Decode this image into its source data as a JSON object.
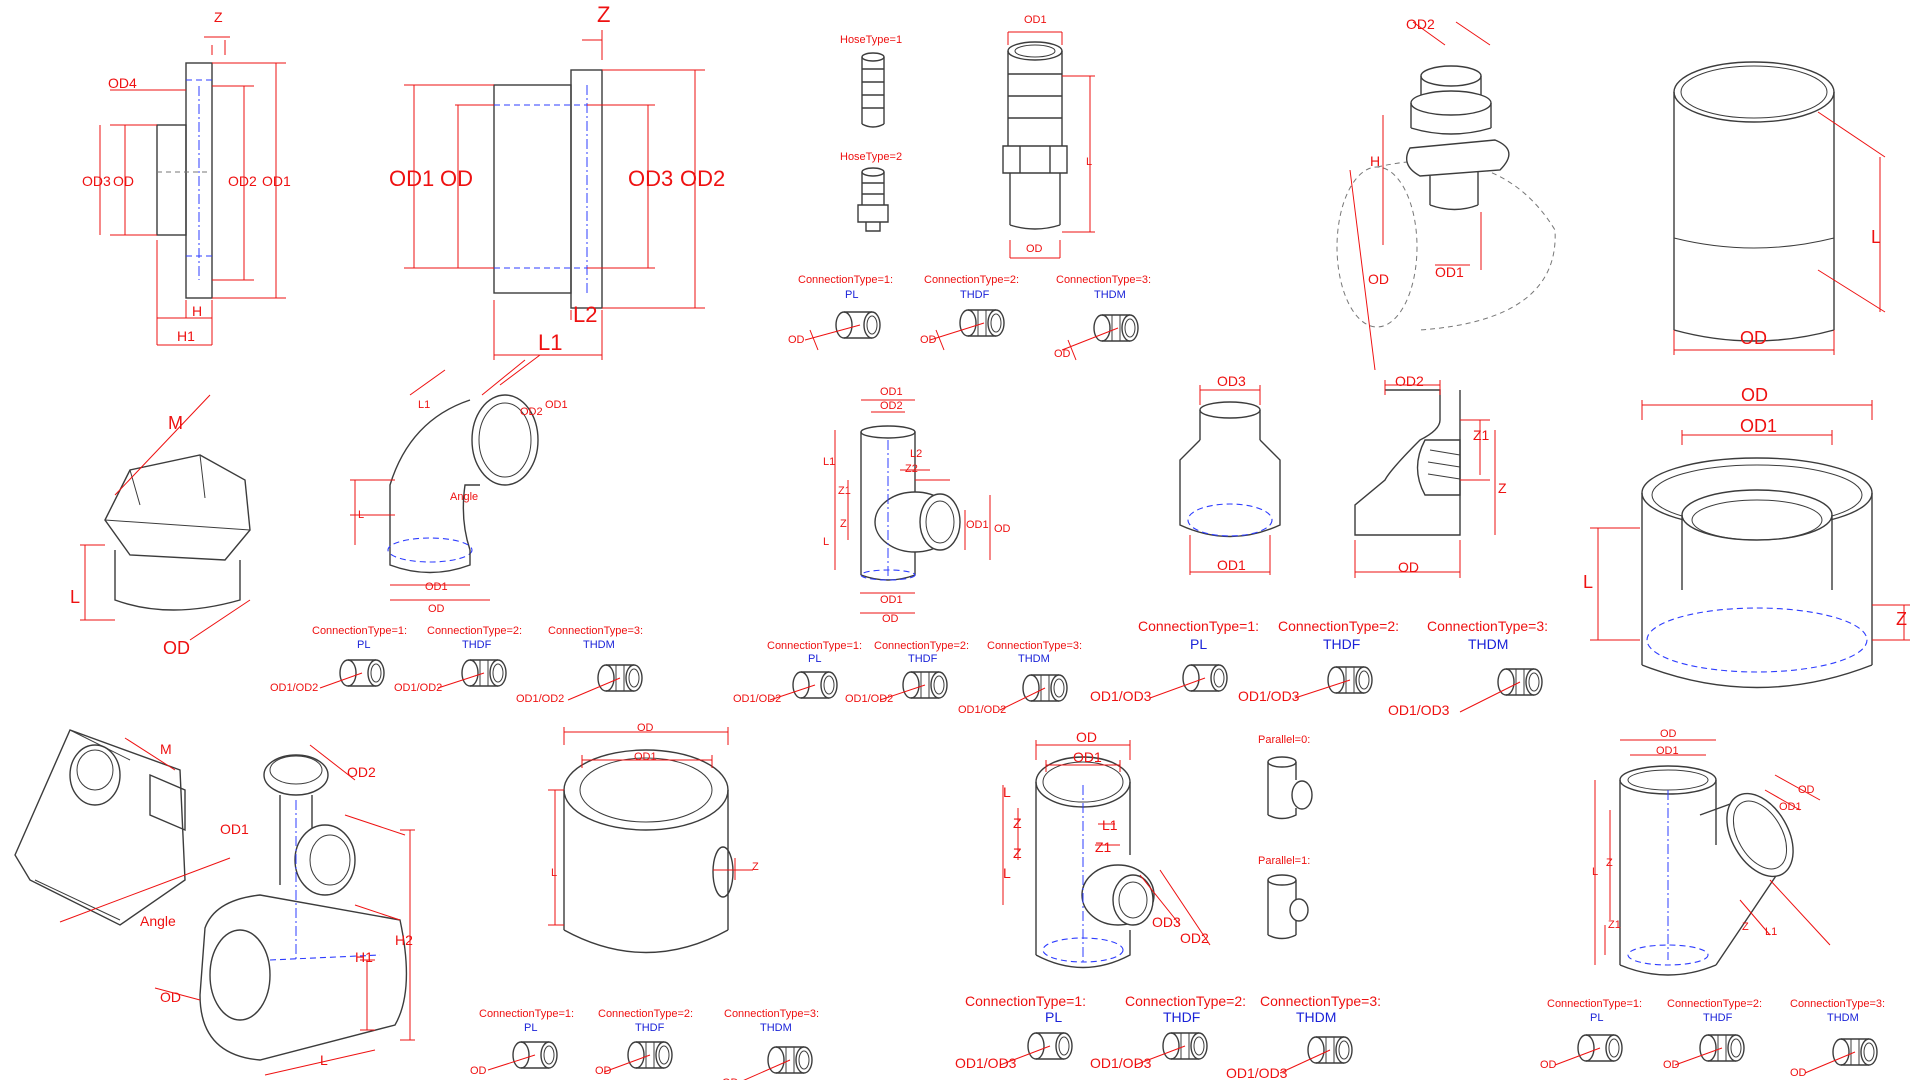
{
  "colors": {
    "dimension": "#e11111",
    "hidden": "#2d3cff",
    "outline": "#3c3c3c",
    "background": "#ffffff"
  },
  "labels": {
    "Z": "Z",
    "Z1": "Z1",
    "Z2": "Z2",
    "OD": "OD",
    "OD1": "OD1",
    "OD2": "OD2",
    "OD3": "OD3",
    "OD4": "OD4",
    "H": "H",
    "H1": "H1",
    "H2": "H2",
    "L": "L",
    "L1": "L1",
    "L2": "L2",
    "M": "M",
    "Angle": "Angle",
    "OD1_OD2": "OD1/OD2",
    "OD1_OD3": "OD1/OD3"
  },
  "hose": {
    "type1": "HoseType=1",
    "type2": "HoseType=2"
  },
  "parallel": {
    "p0": "Parallel=0:",
    "p1": "Parallel=1:"
  },
  "connection": {
    "ct1": "ConnectionType=1:",
    "ct2": "ConnectionType=2:",
    "ct3": "ConnectionType=3:",
    "pl": "PL",
    "thdf": "THDF",
    "thdm": "THDM"
  }
}
